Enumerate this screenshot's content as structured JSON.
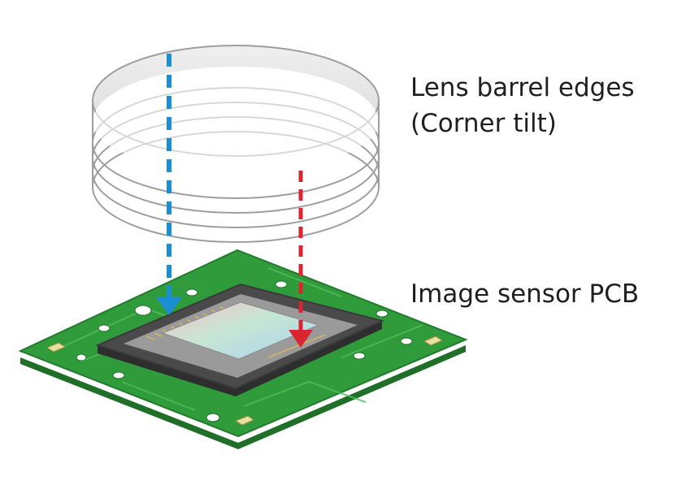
{
  "labels": {
    "lens_line1": "Lens barrel edges",
    "lens_line2": "(Corner tilt)",
    "pcb": "Image sensor PCB"
  },
  "colors": {
    "pcb_green": "#2f9b3a",
    "pcb_edge": "#1f6f28",
    "sensor_frame": "#4a4a4a",
    "lens_ring": "#e6e6e6",
    "arrow_blue": "#1b8fd6",
    "arrow_red": "#d9252f"
  },
  "icons": {
    "lens": "lens-barrel-icon",
    "pcb": "pcb-board-icon",
    "sensor": "image-sensor-icon"
  }
}
